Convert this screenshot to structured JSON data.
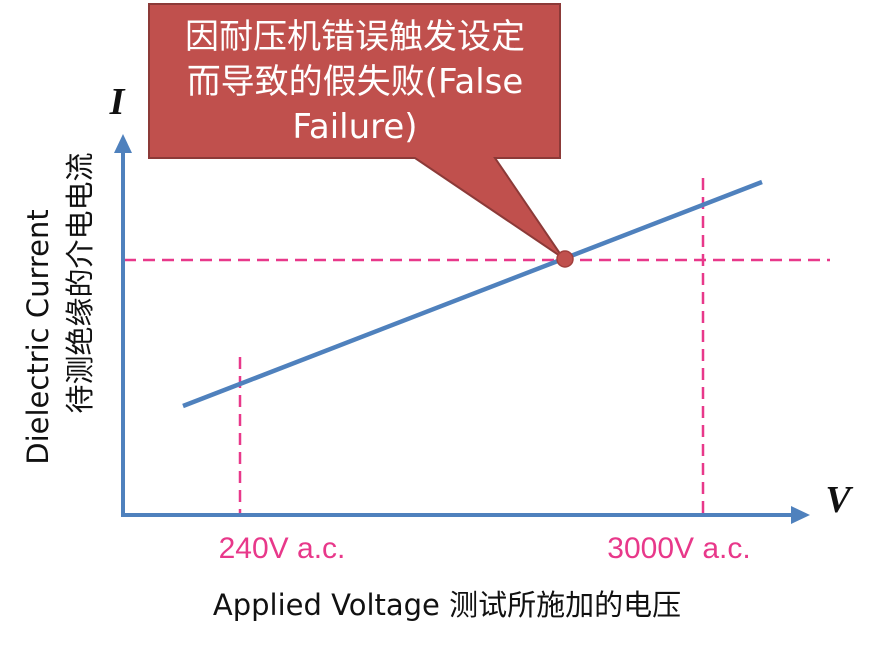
{
  "callout": {
    "lines": [
      "因耐压机错误触发设定",
      "而导致的假失败(False",
      "Failure)"
    ]
  },
  "axes": {
    "y_symbol": "I",
    "x_symbol": "V",
    "y_label_en": "Dielectric Current",
    "y_label_zh": "待测绝缘的介电电流",
    "x_label": "Applied Voltage 测试所施加的电压"
  },
  "markers": {
    "low_label": "240V a.c.",
    "high_label": "3000V a.c."
  },
  "colors": {
    "axis": "#4f81bd",
    "line": "#4f81bd",
    "dashed": "#e8388a",
    "callout_fill": "#c0504d",
    "callout_border": "#8c3a38",
    "point": "#c0504d",
    "marker_label": "#e8388a"
  }
}
